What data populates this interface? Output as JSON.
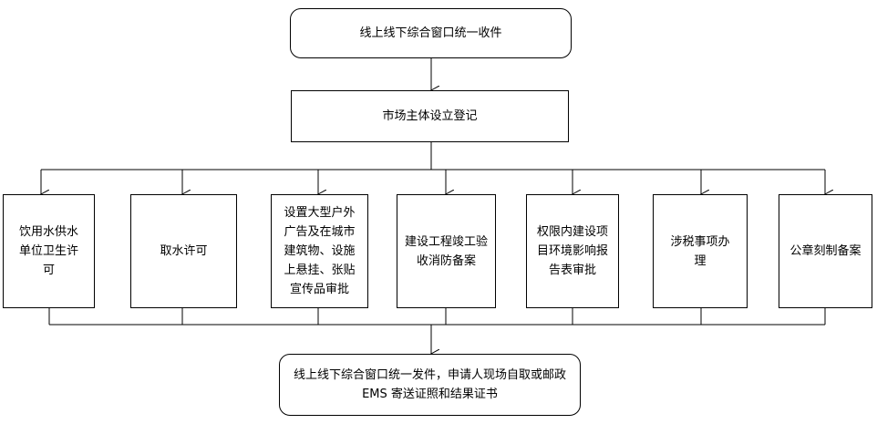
{
  "top_box": {
    "text": "线上线下综合窗口统一收件"
  },
  "register_box": {
    "text": "市场主体设立登记"
  },
  "items": [
    {
      "text": "饮用水供水单位卫生许可"
    },
    {
      "text": "取水许可"
    },
    {
      "text": "设置大型户外广告及在城市建筑物、设施上悬挂、张贴宣传品审批"
    },
    {
      "text": "建设工程竣工验收消防备案"
    },
    {
      "text": "权限内建设项目环境影响报告表审批"
    },
    {
      "text": "涉税事项办理"
    },
    {
      "text": "公章刻制备案"
    }
  ],
  "bottom_box": {
    "text": "线上线下综合窗口统一发件，申请人现场自取或邮政 EMS 寄送证照和结果证书"
  }
}
